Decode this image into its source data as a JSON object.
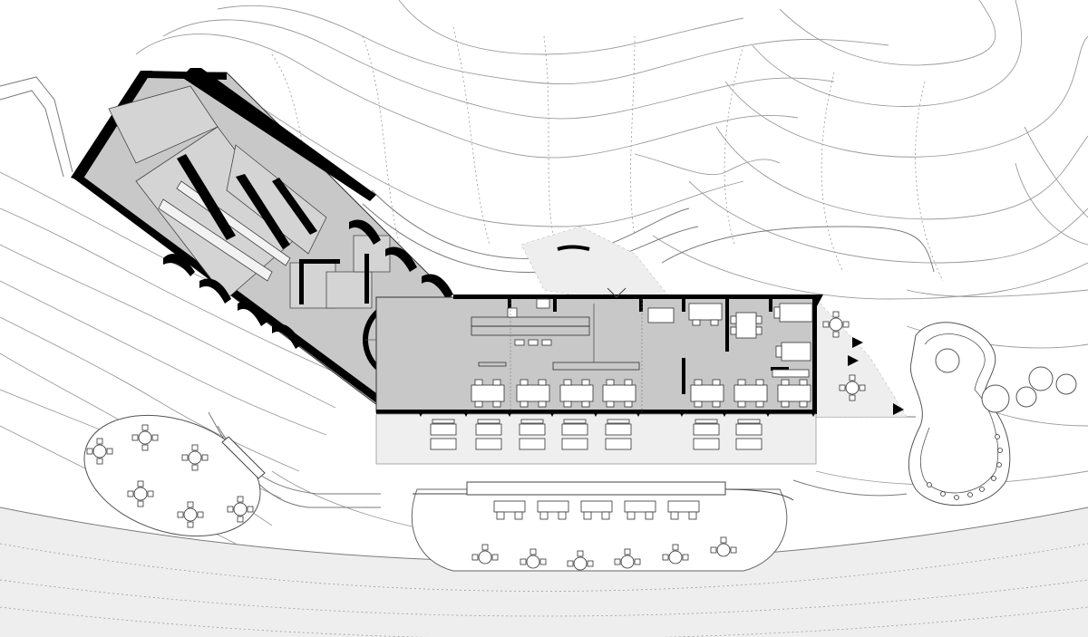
{
  "drawing": {
    "type": "architectural site floor plan",
    "colors": {
      "background": "#ffffff",
      "building_fill": "#c8c8c8",
      "terrace_fill": "#efefef",
      "road_fill": "#eeeeee",
      "wall": "#000000",
      "contour": "#9a9a9a"
    },
    "elements": [
      "contour-lines",
      "angled-service-wing",
      "main-dining-hall",
      "spiral-staircase",
      "front-terrace",
      "outdoor-seating-oval",
      "lower-outdoor-seating",
      "circular-plaza",
      "access-road"
    ],
    "dining_table_count": 12,
    "terrace_table_count": 9,
    "round_table_count": 14
  }
}
